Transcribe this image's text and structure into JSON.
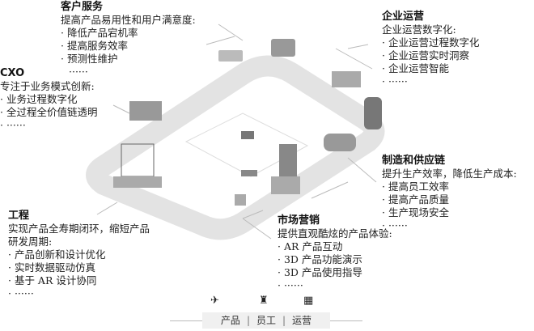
{
  "sections": {
    "customer_service": {
      "title": "客户服务",
      "subtitle": "提高产品易用性和用户满意度:",
      "items": [
        "降低产品宕机率",
        "提高服务效率",
        "预测性维护",
        "······"
      ]
    },
    "cxo": {
      "title": "CXO",
      "subtitle": "专注于业务模式创新:",
      "items": [
        "业务过程数字化",
        "全过程全价值链透明",
        "······"
      ]
    },
    "enterprise_ops": {
      "title": "企业运营",
      "subtitle": "企业运营数字化:",
      "items": [
        "企业运营过程数字化",
        "企业运营实时洞察",
        "企业运营智能",
        "······"
      ]
    },
    "manufacturing": {
      "title": "制造和供应链",
      "subtitle": "提升生产效率，降低生产成本:",
      "items": [
        "提高员工效率",
        "提高产品质量",
        "生产现场安全",
        "······"
      ]
    },
    "engineering": {
      "title": "工程",
      "subtitle": "实现产品全寿期闭环，缩短产品研发周期:",
      "items": [
        "产品创新和设计优化",
        "实时数据驱动仿真",
        "基于 AR 设计协同",
        "······"
      ]
    },
    "marketing": {
      "title": "市场营销",
      "subtitle": "提供直观酷炫的产品体验:",
      "items": [
        "AR 产品互动",
        "3D 产品功能演示",
        "3D 产品使用指导",
        "······"
      ]
    }
  },
  "legend": {
    "items": [
      {
        "label": "产品",
        "icon": "airplane-icon"
      },
      {
        "label": "员工",
        "icon": "worker-icon"
      },
      {
        "label": "运营",
        "icon": "factory-icon"
      }
    ]
  },
  "colors": {
    "band": "#e4e4e4",
    "text": "#222222"
  }
}
